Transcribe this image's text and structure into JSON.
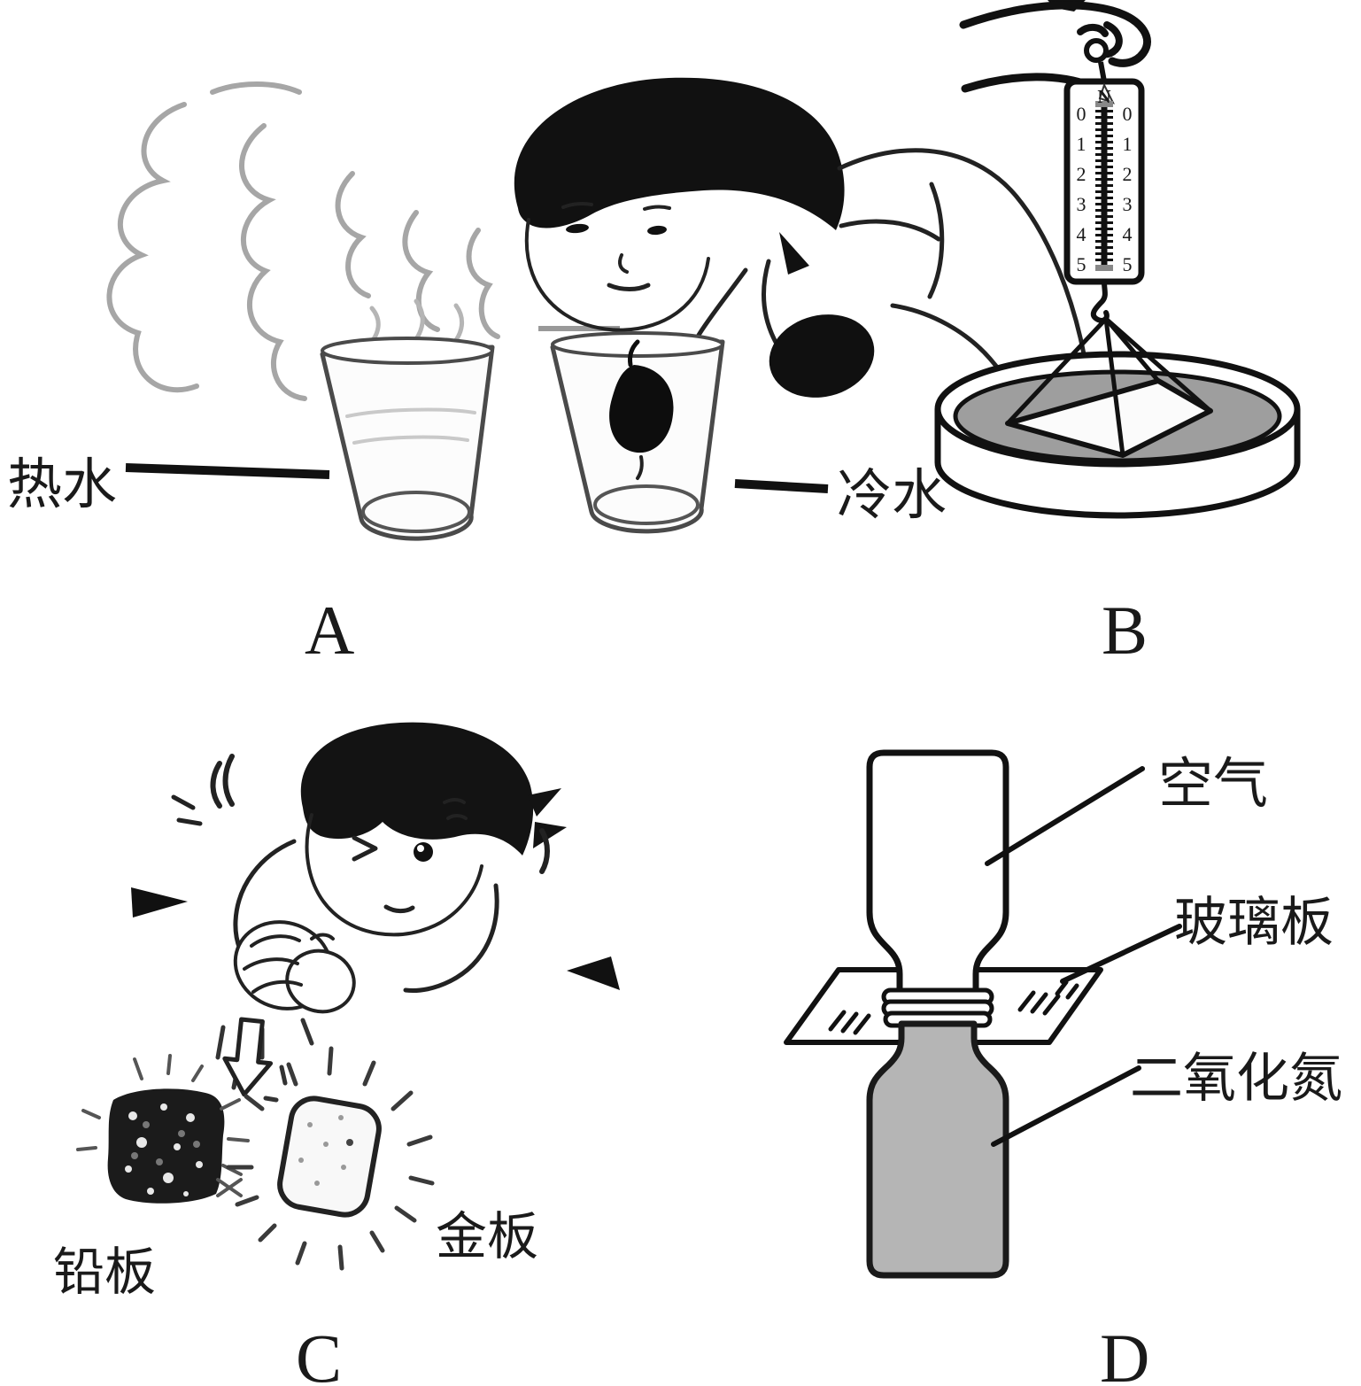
{
  "panels": {
    "a": {
      "letter": "A",
      "hot_water": "热水",
      "cold_water": "冷水"
    },
    "b": {
      "letter": "B",
      "unit": "N",
      "scale_ticks": [
        "0",
        "1",
        "2",
        "3",
        "4",
        "5"
      ]
    },
    "c": {
      "letter": "C",
      "lead_plate": "铅板",
      "gold_plate": "金板"
    },
    "d": {
      "letter": "D",
      "air": "空气",
      "glass_plate": "玻璃板",
      "nitrogen_dioxide": "二氧化氮"
    }
  },
  "colors": {
    "liquid_gray": "#9e9e9e",
    "gas_gray": "#b5b5b5",
    "ink_black": "#0d0d0d"
  }
}
